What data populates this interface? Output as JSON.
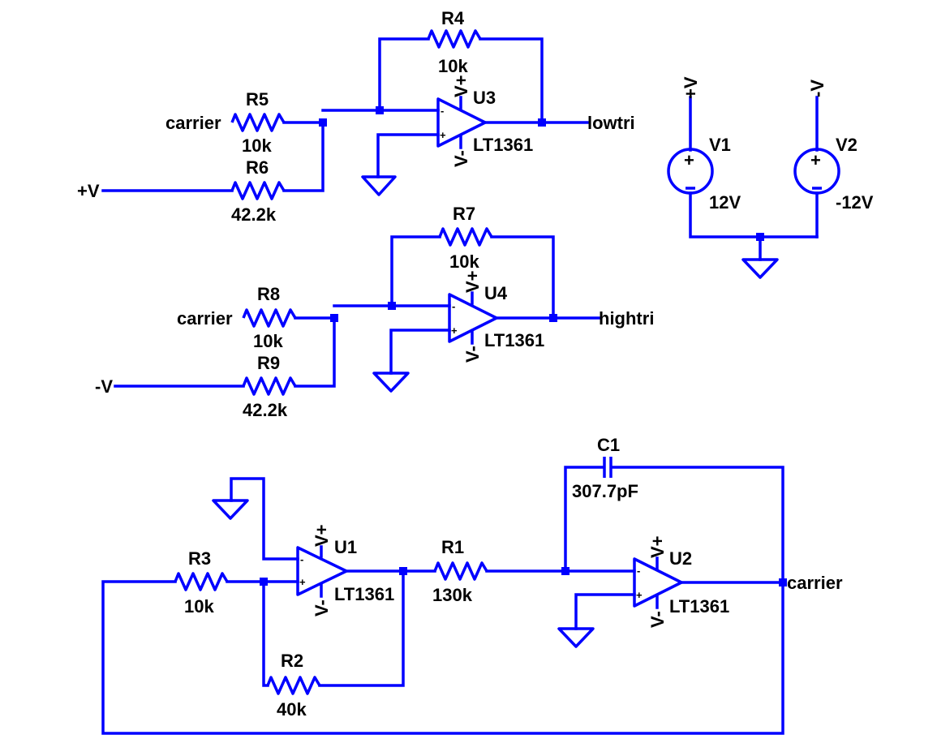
{
  "colors": {
    "wire": "#0000ff",
    "label": "#000000",
    "background": "#ffffff"
  },
  "components": {
    "R1": {
      "ref": "R1",
      "value": "130k"
    },
    "R2": {
      "ref": "R2",
      "value": "40k"
    },
    "R3": {
      "ref": "R3",
      "value": "10k"
    },
    "R4": {
      "ref": "R4",
      "value": "10k"
    },
    "R5": {
      "ref": "R5",
      "value": "10k"
    },
    "R6": {
      "ref": "R6",
      "value": "42.2k"
    },
    "R7": {
      "ref": "R7",
      "value": "10k"
    },
    "R8": {
      "ref": "R8",
      "value": "10k"
    },
    "R9": {
      "ref": "R9",
      "value": "42.2k"
    },
    "C1": {
      "ref": "C1",
      "value": "307.7pF"
    },
    "U1": {
      "ref": "U1",
      "value": "LT1361"
    },
    "U2": {
      "ref": "U2",
      "value": "LT1361"
    },
    "U3": {
      "ref": "U3",
      "value": "LT1361"
    },
    "U4": {
      "ref": "U4",
      "value": "LT1361"
    },
    "V1": {
      "ref": "V1",
      "value": "12V"
    },
    "V2": {
      "ref": "V2",
      "value": "-12V"
    }
  },
  "nets": {
    "carrier": "carrier",
    "lowtri": "lowtri",
    "hightri": "hightri",
    "pos_supply": "+V",
    "neg_supply": "-V",
    "supply_pos_pin": "V+",
    "supply_neg_pin": "V-"
  },
  "pin_marks": {
    "plus": "+",
    "minus": "-"
  }
}
